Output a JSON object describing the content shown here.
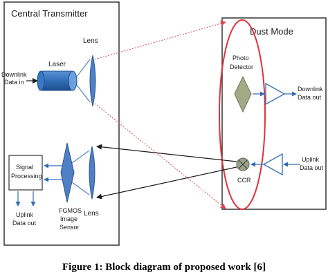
{
  "transmitter": {
    "title": "Central Transmitter",
    "laser_label": "Laser",
    "lens_top_label": "Lens",
    "lens_bottom_label": "Lens",
    "downlink_in_line1": "Downlink",
    "downlink_in_line2": "Data in",
    "signal_line1": "Signal",
    "signal_line2": "Processing",
    "uplink_out_line1": "Uplink",
    "uplink_out_line2": "Data out",
    "fgmos_line1": "FGMOS",
    "fgmos_line2": "Image",
    "fgmos_line3": "Sensor"
  },
  "dust_mode": {
    "title": "Dust Mode",
    "photo_line1": "Photo",
    "photo_line2": "Detector",
    "downlink_out_line1": "Downlink",
    "downlink_out_line2": "Data out",
    "uplink_in_line1": "Uplink",
    "uplink_in_line2": "Data out",
    "ccr_label": "CCR"
  },
  "caption": "Figure 1: Block diagram of proposed work [6]",
  "colors": {
    "border": "#333333",
    "laser_fill": "#2f6db3",
    "lens_fill": "#4f7fc4",
    "detector_fill": "#a3ab86",
    "ccr_fill": "#9aa18c",
    "ellipse_stroke": "#e0303a",
    "beam_red": "#d9485a"
  }
}
